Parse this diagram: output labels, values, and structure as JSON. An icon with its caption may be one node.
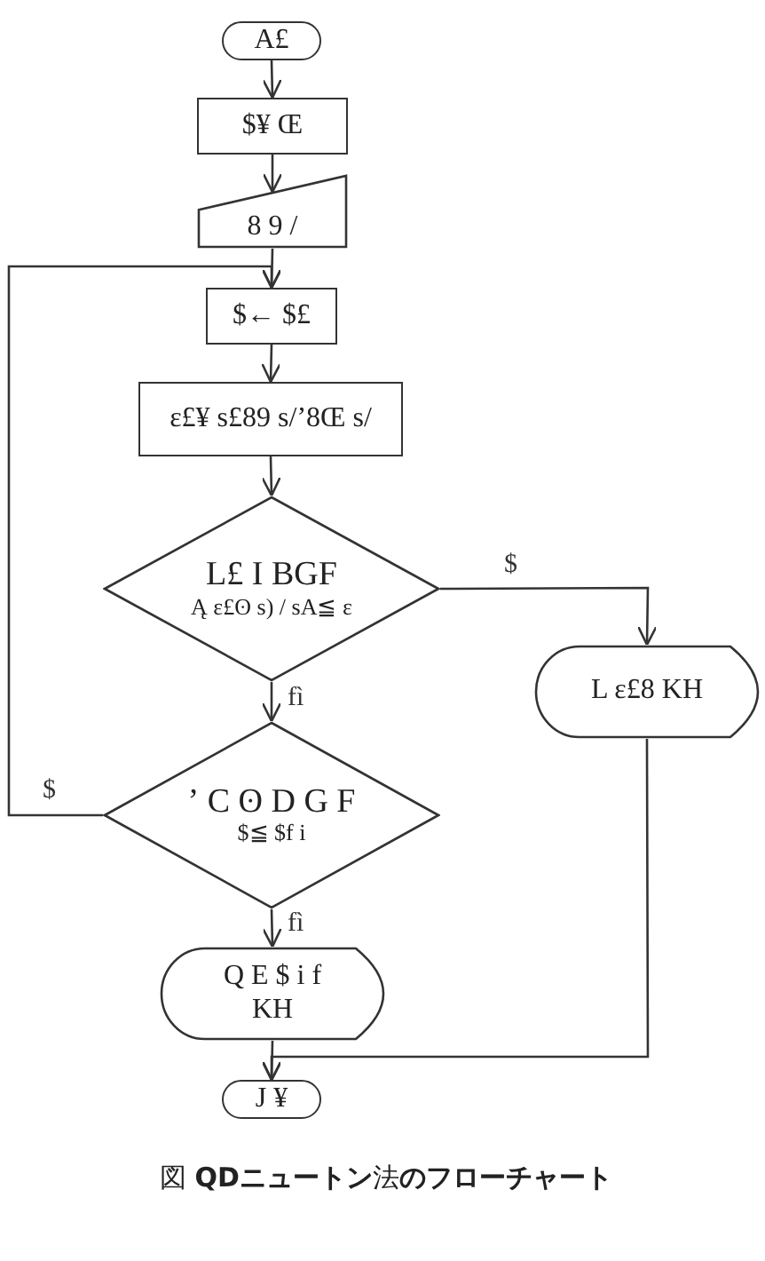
{
  "diagram": {
    "caption": "図 **QDニュートン**法**のフローチャート**",
    "nodes": [
      {
        "text": [
          "A£"
        ]
      },
      {
        "text": [
          "$¥ Œ"
        ]
      },
      {
        "text": [
          "8 9 /"
        ]
      },
      {
        "text": [
          "$← $£"
        ]
      },
      {
        "text": [
          "ɛ£¥ s£89 s/ʼ8Œ s/"
        ]
      },
      {
        "text": [
          "L£ I BGF",
          "Ą ɛ£ʘ s) / sA≦ ε"
        ]
      },
      {
        "text": [
          "ʼ C ʘ D G F",
          "$≦ $f i"
        ]
      },
      {
        "text": [
          "L ɛ£8 KH"
        ]
      },
      {
        "text": [
          "Q E $ i f KH"
        ]
      },
      {
        "text": [
          "J ¥"
        ]
      }
    ],
    "edges": [
      {
        "from": 0,
        "to": 1,
        "arrow": "to"
      },
      {
        "from": 1,
        "to": 2,
        "arrow": "to"
      },
      {
        "from": 2,
        "to": 3,
        "arrow": "to"
      },
      {
        "from": 3,
        "to": 4,
        "arrow": "to"
      },
      {
        "from": 4,
        "to": 5,
        "arrow": "to"
      },
      {
        "from": 5,
        "to": 7,
        "arrow": "to",
        "label": "$"
      },
      {
        "from": 5,
        "to": 6,
        "arrow": "to",
        "label": "fì"
      },
      {
        "from": 6,
        "to": 3,
        "arrow": "to",
        "label": "$"
      },
      {
        "from": 6,
        "to": 8,
        "arrow": "to",
        "label": "fì"
      },
      {
        "from": 8,
        "to": 9,
        "arrow": "to"
      },
      {
        "from": 7,
        "to": 9,
        "arrow": "to"
      }
    ]
  }
}
